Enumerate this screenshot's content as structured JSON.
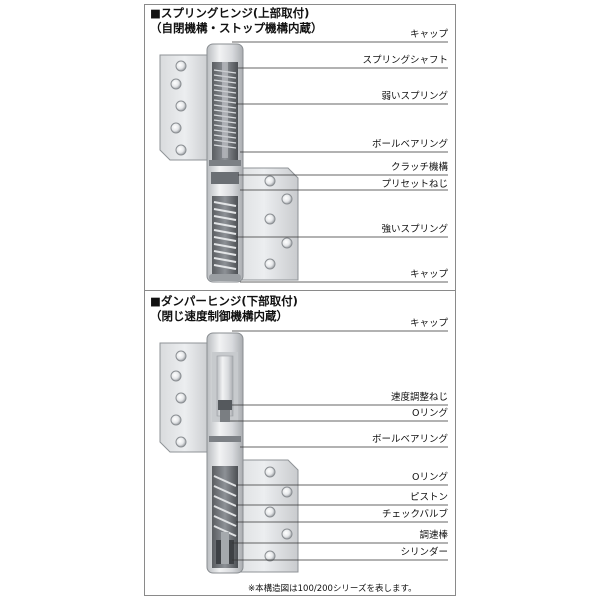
{
  "spring_section": {
    "title_line1": "■スプリングヒンジ(上部取付)",
    "title_line2": "（自閉機構・ストップ機構内蔵）",
    "parts": [
      "キャップ",
      "スプリングシャフト",
      "弱いスプリング",
      "ボールベアリング",
      "クラッチ機構",
      "プリセットねじ",
      "強いスプリング",
      "キャップ"
    ]
  },
  "damper_section": {
    "title_line1": "■ダンパーヒンジ(下部取付)",
    "title_line2": "（閉じ速度制御機構内蔵）",
    "parts": [
      "キャップ",
      "速度調整ねじ",
      "Oリング",
      "ボールベアリング",
      "Oリング",
      "ピストン",
      "チェックバルブ",
      "調速棒",
      "シリンダー"
    ]
  },
  "footnote": "※本構造図は100/200シリーズを表します。"
}
